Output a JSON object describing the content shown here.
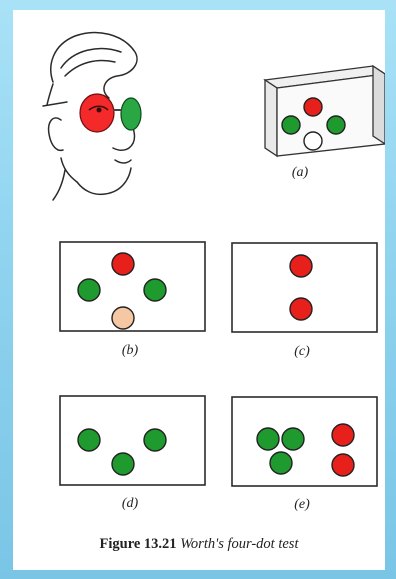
{
  "labels": {
    "a": "(a)",
    "b": "(b)",
    "c": "(c)",
    "d": "(d)",
    "e": "(e)"
  },
  "caption": {
    "number": "Figure 13.21",
    "text": "Worth's four-dot test"
  },
  "glasses_lens_colors": {
    "left": "red",
    "right": "green"
  },
  "dot_colors": {
    "red": "#e8201c",
    "green": "#1f9a2e",
    "white": "#ffffff",
    "pale": "#f6c7a3"
  },
  "panels": {
    "a": {
      "dots": [
        "green",
        "red",
        "green",
        "white"
      ]
    },
    "b": {
      "dots": [
        "red",
        "green",
        "green",
        "pale"
      ]
    },
    "c": {
      "dots": [
        "red",
        "red"
      ]
    },
    "d": {
      "dots": [
        "green",
        "green",
        "green"
      ]
    },
    "e": {
      "dots": [
        "green",
        "green",
        "green",
        "red",
        "red"
      ]
    }
  }
}
